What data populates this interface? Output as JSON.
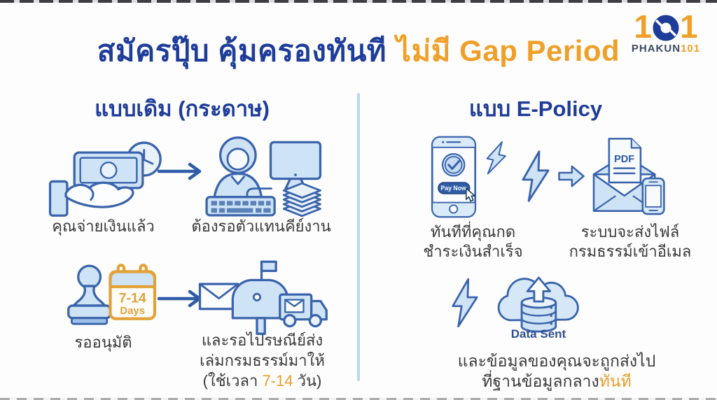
{
  "header": {
    "title_blue": "สมัครปุ๊บ คุ้มครองทันที",
    "title_orange": "ไม่มี Gap Period"
  },
  "logo": {
    "digit_left": "1",
    "digit_right": "1",
    "brand_blue": "PHAKUN",
    "brand_orange": "101"
  },
  "left": {
    "heading": "แบบเดิม (กระดาษ)",
    "step_paid": {
      "label": "คุณจ่ายเงินแล้ว"
    },
    "step_agent": {
      "label": "ต้องรอตัวแทนคีย์งาน"
    },
    "step_approve": {
      "label": "รออนุมัติ",
      "calendar_top": "7-14",
      "calendar_bottom": "Days"
    },
    "step_mail": {
      "line1": "และรอไปรษณีย์ส่ง",
      "line2": "เล่มกรมธรรม์มาให้",
      "line3_pre": "(ใช้เวลา ",
      "line3_orange": "7-14",
      "line3_post": " วัน)"
    }
  },
  "right": {
    "heading": "แบบ E-Policy",
    "step_pay": {
      "button": "Pay Now",
      "line1": "ทันทีที่คุณกด",
      "line2": "ชำระเงินสำเร็จ"
    },
    "step_email": {
      "file_type": "PDF",
      "line1": "ระบบจะส่งไฟล์",
      "line2": "กรมธรรม์เข้าอีเมล"
    },
    "step_data": {
      "badge": "Data Sent",
      "line1": "และข้อมูลของคุณจะถูกส่งไป",
      "line2_pre": "ที่ฐานข้อมูลกลาง",
      "line2_orange": "ทันที"
    }
  },
  "icons": {
    "step_paid": "hand-receiving-money-with-clock",
    "step_agent": "agent-at-computer-with-papers",
    "step_approve": "approval-stamp-with-calendar",
    "step_mail": "mailbox-and-delivery-truck",
    "step_pay": "smartphone-pay-now-tap",
    "step_email": "envelope-with-pdf-and-phone",
    "step_data": "cloud-upload-database",
    "flow_left": "arrow-right",
    "flow_right": "lightning-bolt"
  },
  "colors": {
    "title_blue": "#1e3c99",
    "accent_orange": "#f0a028",
    "icon_stroke": "#3a64ab",
    "icon_fill": "#cfe3f7",
    "calendar_orange": "#e2a23a",
    "divider_blue": "#bcd6ef",
    "body_text": "#3a3a3a",
    "badge_blue": "#2d4f8f"
  }
}
